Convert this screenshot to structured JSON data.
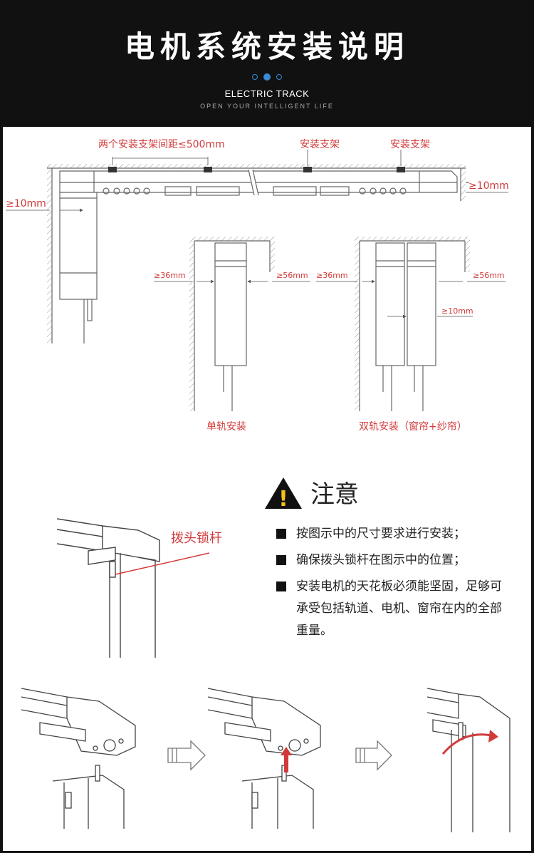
{
  "header": {
    "title": "电机系统安装说明",
    "subtitle": "ELECTRIC TRACK",
    "tagline": "OPEN YOUR INTELLIGENT LIFE"
  },
  "diagram": {
    "top_labels": {
      "bracket_spacing": "两个安装支架间距≤500mm",
      "bracket_a": "安装支架",
      "bracket_b": "安装支架",
      "right_gap": "≥10mm",
      "left_gap": "≥10mm"
    },
    "single_track": {
      "left_gap": "≥36mm",
      "right_gap": "≥56mm",
      "caption": "单轨安装"
    },
    "double_track": {
      "left_gap": "≥36mm",
      "right_gap": "≥56mm",
      "middle_gap": "≥10mm",
      "caption": "双轨安装（窗帘+纱帘）"
    },
    "lock_label": "拨头锁杆"
  },
  "notice": {
    "title": "注意",
    "warning_glyph": "!",
    "items": [
      "按图示中的尺寸要求进行安装；",
      "确保拨头锁杆在图示中的位置；",
      "安装电机的天花板必须能坚固，足够可承受包括轨道、电机、窗帘在内的全部重量。"
    ]
  },
  "colors": {
    "accent_red": "#d23a3a",
    "header_bg": "#111111",
    "dot_blue": "#3a8ad8"
  }
}
